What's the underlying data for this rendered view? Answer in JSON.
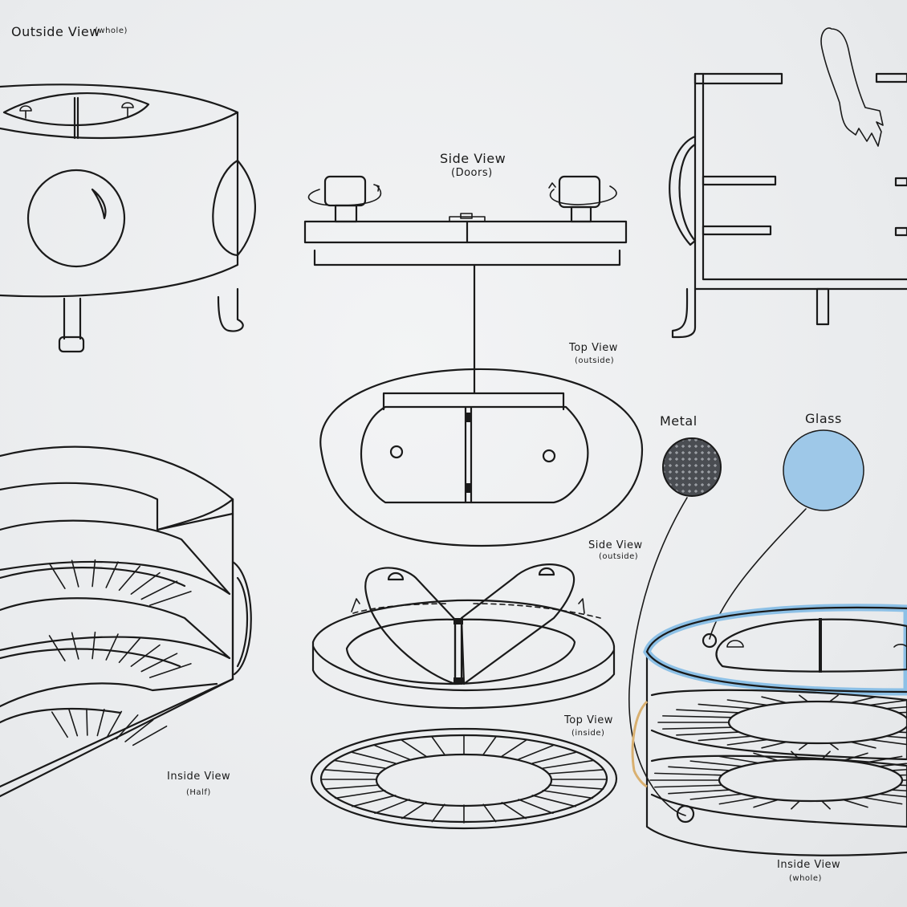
{
  "labels": {
    "outside_view": "Outside View",
    "outside_view_sub": "(whole)",
    "side_view_doors": "Side View",
    "side_view_doors_sub": "(Doors)",
    "top_view_outside": "Top View",
    "top_view_outside_sub": "(outside)",
    "side_view_outside": "Side View",
    "side_view_outside_sub": "(outside)",
    "top_view_inside": "Top View",
    "top_view_inside_sub": "(inside)",
    "inside_view_half": "Inside View",
    "inside_view_half_sub": "(Half)",
    "inside_view_whole": "Inside View",
    "inside_view_whole_sub": "(whole)",
    "metal": "Metal",
    "glass": "Glass"
  },
  "swatches": {
    "metal_color": "#4a4d52",
    "glass_color": "#9ec8e8",
    "rim_glass_color": "#8cc0e6",
    "frame_tan_color": "#d9b070"
  }
}
